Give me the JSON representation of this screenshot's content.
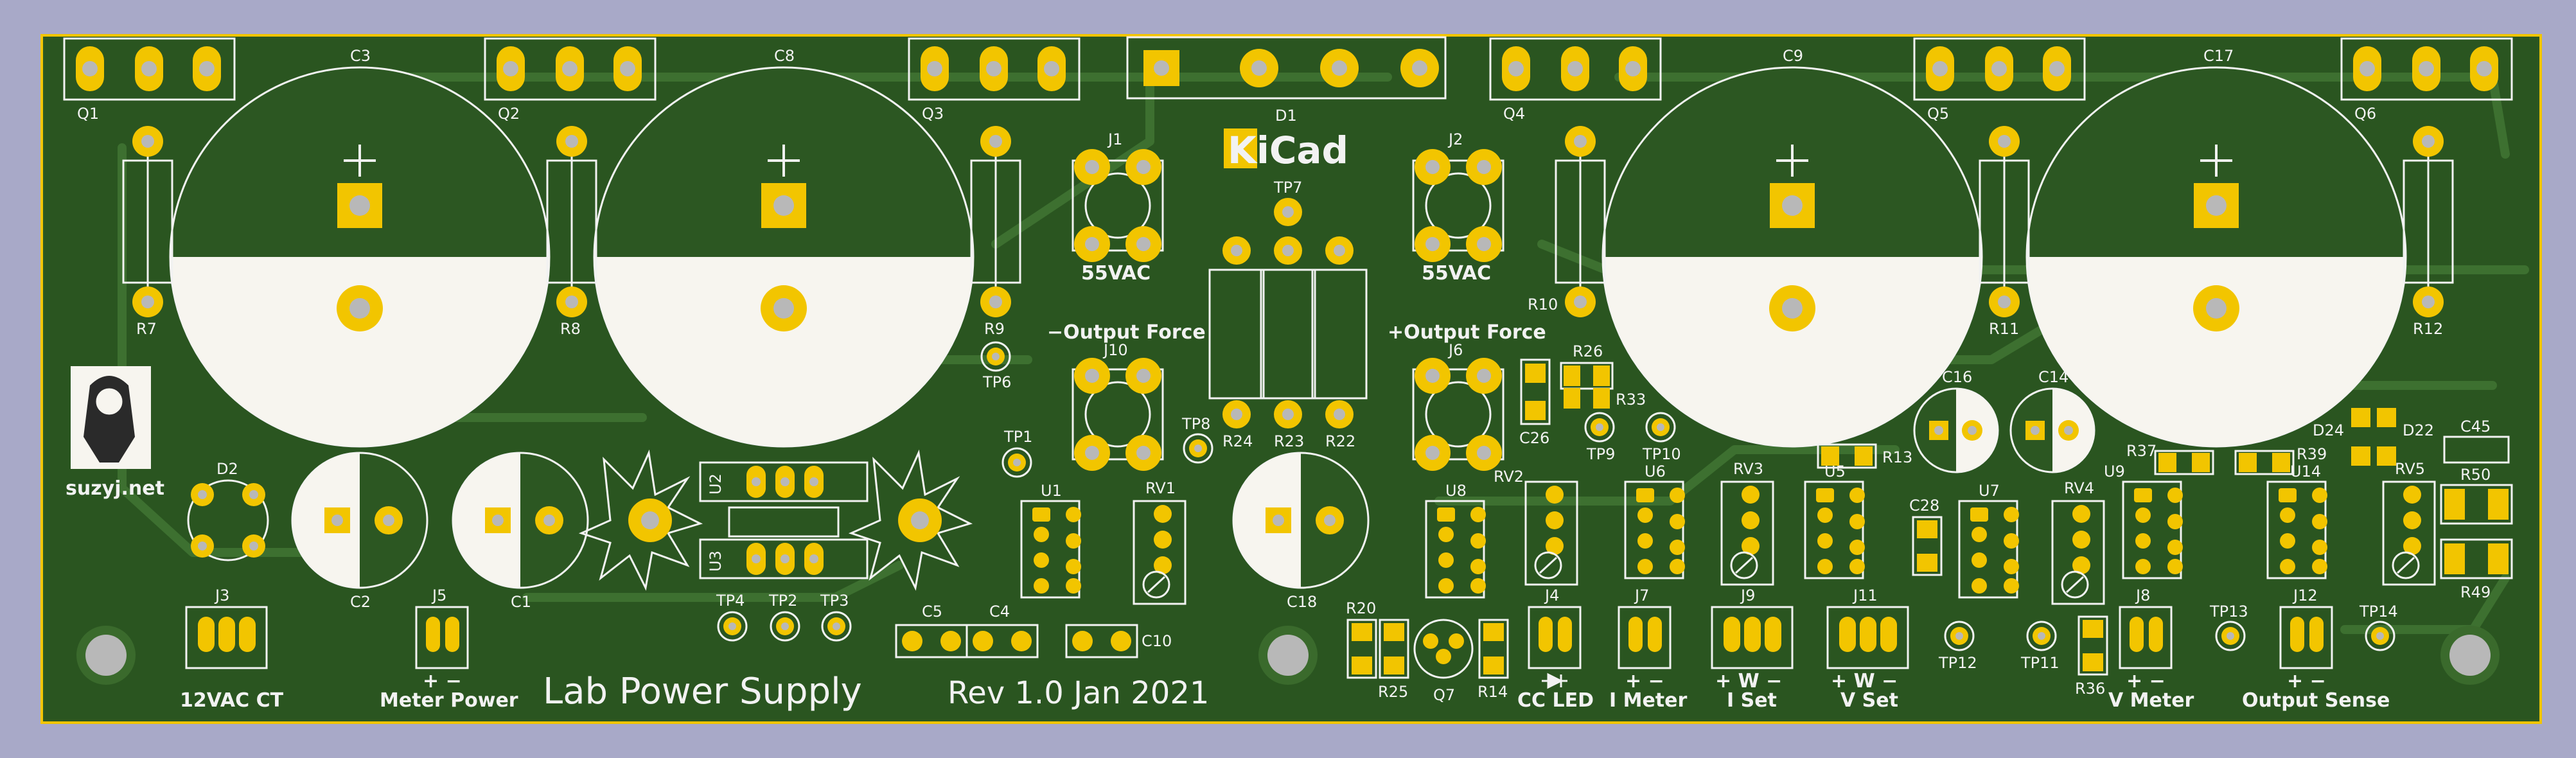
{
  "board": {
    "title": "Lab Power Supply",
    "revision": "Rev 1.0 Jan 2021",
    "logo": "KiCad",
    "site": "suzyj.net"
  },
  "labels": {
    "q1": "Q1",
    "q2": "Q2",
    "q3": "Q3",
    "q4": "Q4",
    "q5": "Q5",
    "q6": "Q6",
    "c3": "C3",
    "c8": "C8",
    "c9": "C9",
    "c17": "C17",
    "d1": "D1",
    "d2": "D2",
    "d22": "D22",
    "d24": "D24",
    "r7": "R7",
    "r8": "R8",
    "r9": "R9",
    "r10": "R10",
    "r11": "R11",
    "r12": "R12",
    "j1": "J1",
    "j2": "J2",
    "j10": "J10",
    "j6": "J6",
    "j3": "J3",
    "j5": "J5",
    "j4": "J4",
    "j7": "J7",
    "j9": "J9",
    "j11": "J11",
    "j8": "J8",
    "j12": "J12",
    "vac1": "55VAC",
    "vac2": "55VAC",
    "out_neg": "−Output Force",
    "out_pos": "+Output Force",
    "tp1": "TP1",
    "tp2": "TP2",
    "tp3": "TP3",
    "tp4": "TP4",
    "tp6": "TP6",
    "tp7": "TP7",
    "tp8": "TP8",
    "tp9": "TP9",
    "tp10": "TP10",
    "tp11": "TP11",
    "tp12": "TP12",
    "tp13": "TP13",
    "tp14": "TP14",
    "r22": "R22",
    "r23": "R23",
    "r24": "R24",
    "r26": "R26",
    "r33": "R33",
    "r13": "R13",
    "r37": "R37",
    "r39": "R39",
    "r50": "R50",
    "r49": "R49",
    "r20": "R20",
    "r25": "R25",
    "r14": "R14",
    "r36": "R36",
    "c1": "C1",
    "c2": "C2",
    "c4": "C4",
    "c5": "C5",
    "c10": "C10",
    "c14": "C14",
    "c16": "C16",
    "c18": "C18",
    "c26": "C26",
    "c28": "C28",
    "c45": "C45",
    "u1": "U1",
    "u2": "U2",
    "u3": "U3",
    "u5": "U5",
    "u6": "U6",
    "u7": "U7",
    "u8": "U8",
    "u9": "U9",
    "u14": "U14",
    "rv1": "RV1",
    "rv2": "RV2",
    "rv3": "RV3",
    "rv4": "RV4",
    "rv5": "RV5",
    "q7": "Q7",
    "lbl_12vac": "12VAC CT",
    "lbl_meter_power": "Meter Power",
    "lbl_cc_led": "CC LED",
    "lbl_i_meter": "I Meter",
    "lbl_i_set": "I Set",
    "lbl_v_set": "V Set",
    "lbl_v_meter": "V Meter",
    "lbl_output_sense": "Output Sense",
    "pm": "+ −",
    "pwm": "+ W −"
  },
  "colors": {
    "board": "#2c5722",
    "board_dark": "#244a1c",
    "trace": "#3a6c2d",
    "copper": "#f0c400",
    "silk": "#f0f0f0",
    "background": "#a8a9c8"
  }
}
